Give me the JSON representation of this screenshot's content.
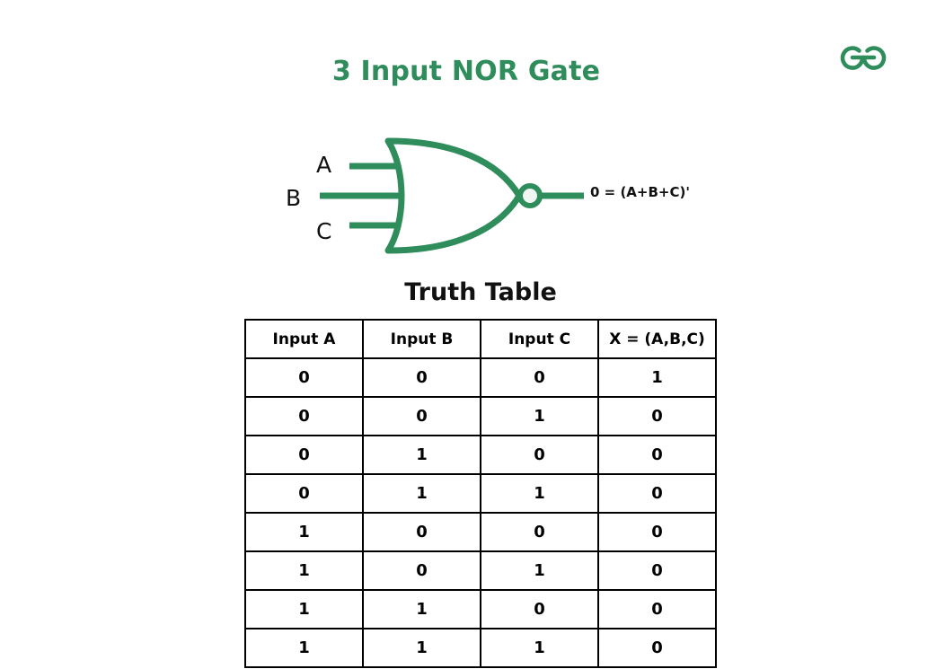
{
  "brand": {
    "logo_name": "geeksforgeeks-logo",
    "color": "#2f8d5c"
  },
  "title": "3 Input NOR Gate",
  "theme": {
    "accent_green": "#2f8d5c",
    "bubble_fill": "#eef7f1",
    "text": "#111111",
    "border": "#000000"
  },
  "diagram": {
    "gate_type": "NOR",
    "inputs": [
      {
        "label": "A"
      },
      {
        "label": "B"
      },
      {
        "label": "C"
      }
    ],
    "output_expression": "0 = (A+B+C)'"
  },
  "truth_table": {
    "heading": "Truth Table",
    "columns": [
      "Input A",
      "Input B",
      "Input C",
      "X = (A,B,C)"
    ],
    "rows": [
      [
        "0",
        "0",
        "0",
        "1"
      ],
      [
        "0",
        "0",
        "1",
        "0"
      ],
      [
        "0",
        "1",
        "0",
        "0"
      ],
      [
        "0",
        "1",
        "1",
        "0"
      ],
      [
        "1",
        "0",
        "0",
        "0"
      ],
      [
        "1",
        "0",
        "1",
        "0"
      ],
      [
        "1",
        "1",
        "0",
        "0"
      ],
      [
        "1",
        "1",
        "1",
        "0"
      ]
    ]
  }
}
